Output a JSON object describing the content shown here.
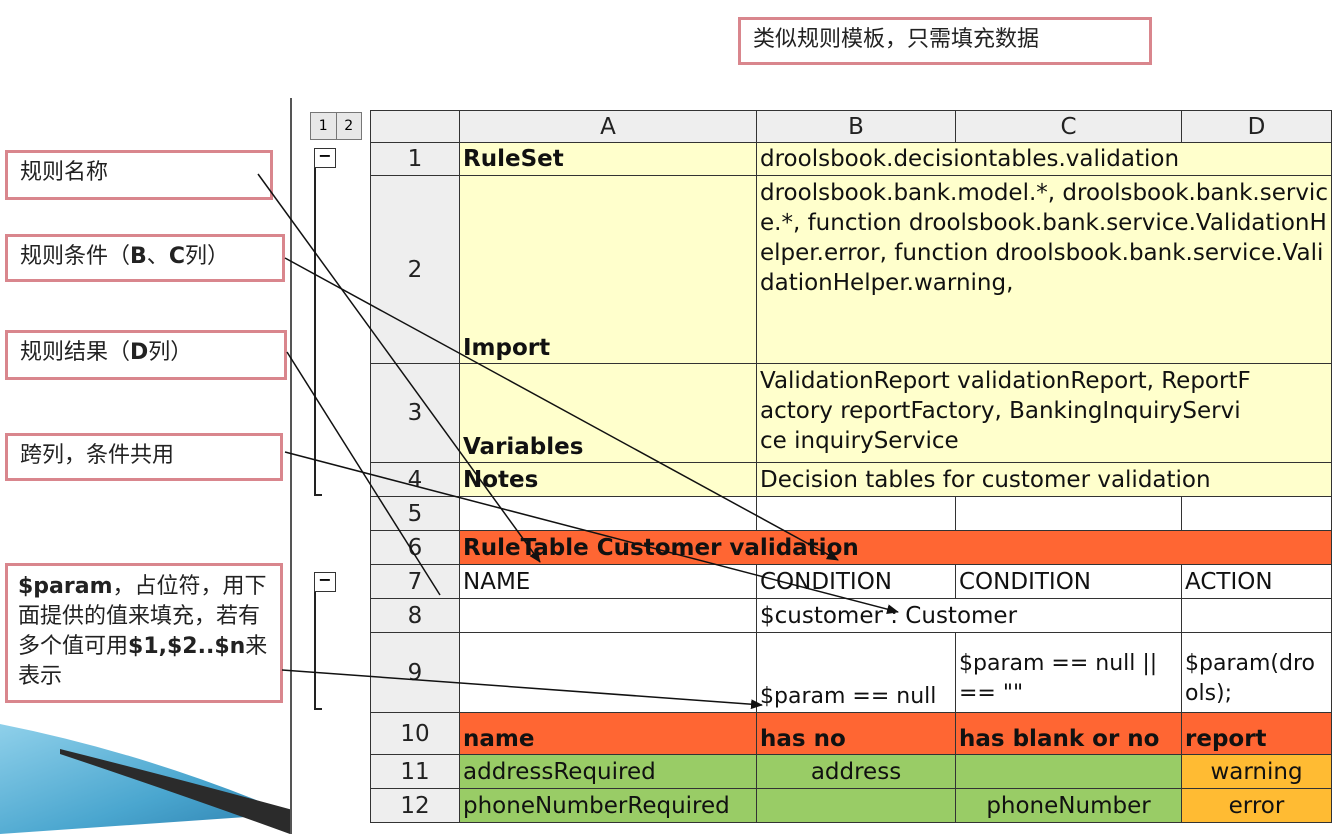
{
  "callouts": {
    "template_note": "类似规则模板，只需填充数据",
    "rule_name": "规则名称",
    "conditions": {
      "pre": "规则条件（",
      "b1": "B",
      "sep": "、",
      "b2": "C",
      "post": "列）"
    },
    "result": {
      "pre": "规则结果（",
      "b1": "D",
      "post": "列）"
    },
    "span": "跨列，条件共用",
    "param": {
      "b1": "$param",
      "t1": "，占位符，用下面提供的值来填充，若有多个值可用",
      "b2": "$1,$2..$n",
      "t2": "来表示"
    }
  },
  "sheet": {
    "outline_levels": [
      "1",
      "2"
    ],
    "collapse_symbol": "−",
    "columns": [
      "A",
      "B",
      "C",
      "D"
    ],
    "rows": [
      {
        "num": "1",
        "a": "RuleSet",
        "bcd": "droolsbook.decisiontables.validation"
      },
      {
        "num": "2",
        "a": "Import",
        "bcd": "droolsbook.bank.model.*, droolsbook.bank.service.*, function droolsbook.bank.service.ValidationHelper.error, function droolsbook.bank.service.ValidationHelper.warning,"
      },
      {
        "num": "3",
        "a": "Variables",
        "bcd": "ValidationReport validationReport, ReportFactory reportFactory, BankingInquiryService inquiryService"
      },
      {
        "num": "4",
        "a": "Notes",
        "bcd": "Decision tables for customer validation"
      },
      {
        "num": "5"
      },
      {
        "num": "6",
        "a": "RuleTable Customer validation"
      },
      {
        "num": "7",
        "a": "NAME",
        "b": "CONDITION",
        "c": "CONDITION",
        "d": "ACTION"
      },
      {
        "num": "8",
        "bc": "$customer : Customer"
      },
      {
        "num": "9",
        "b": "$param == null",
        "c": "$param == null || == \"\"",
        "d": "$param(drools);"
      },
      {
        "num": "10",
        "a": "name",
        "b": "has no",
        "c": "has blank or no",
        "d": "report"
      },
      {
        "num": "11",
        "a": "addressRequired",
        "b": "address",
        "c": "",
        "d": "warning"
      },
      {
        "num": "12",
        "a": "phoneNumberRequired",
        "b": "",
        "c": "phoneNumber",
        "d": "error"
      }
    ]
  },
  "colors": {
    "yellow": "#ffffcc",
    "orange": "#ff6633",
    "green": "#99cc66",
    "amber": "#ffbb33",
    "callout_border": "#d9868d",
    "deco_blue": "#5fb3d9"
  }
}
